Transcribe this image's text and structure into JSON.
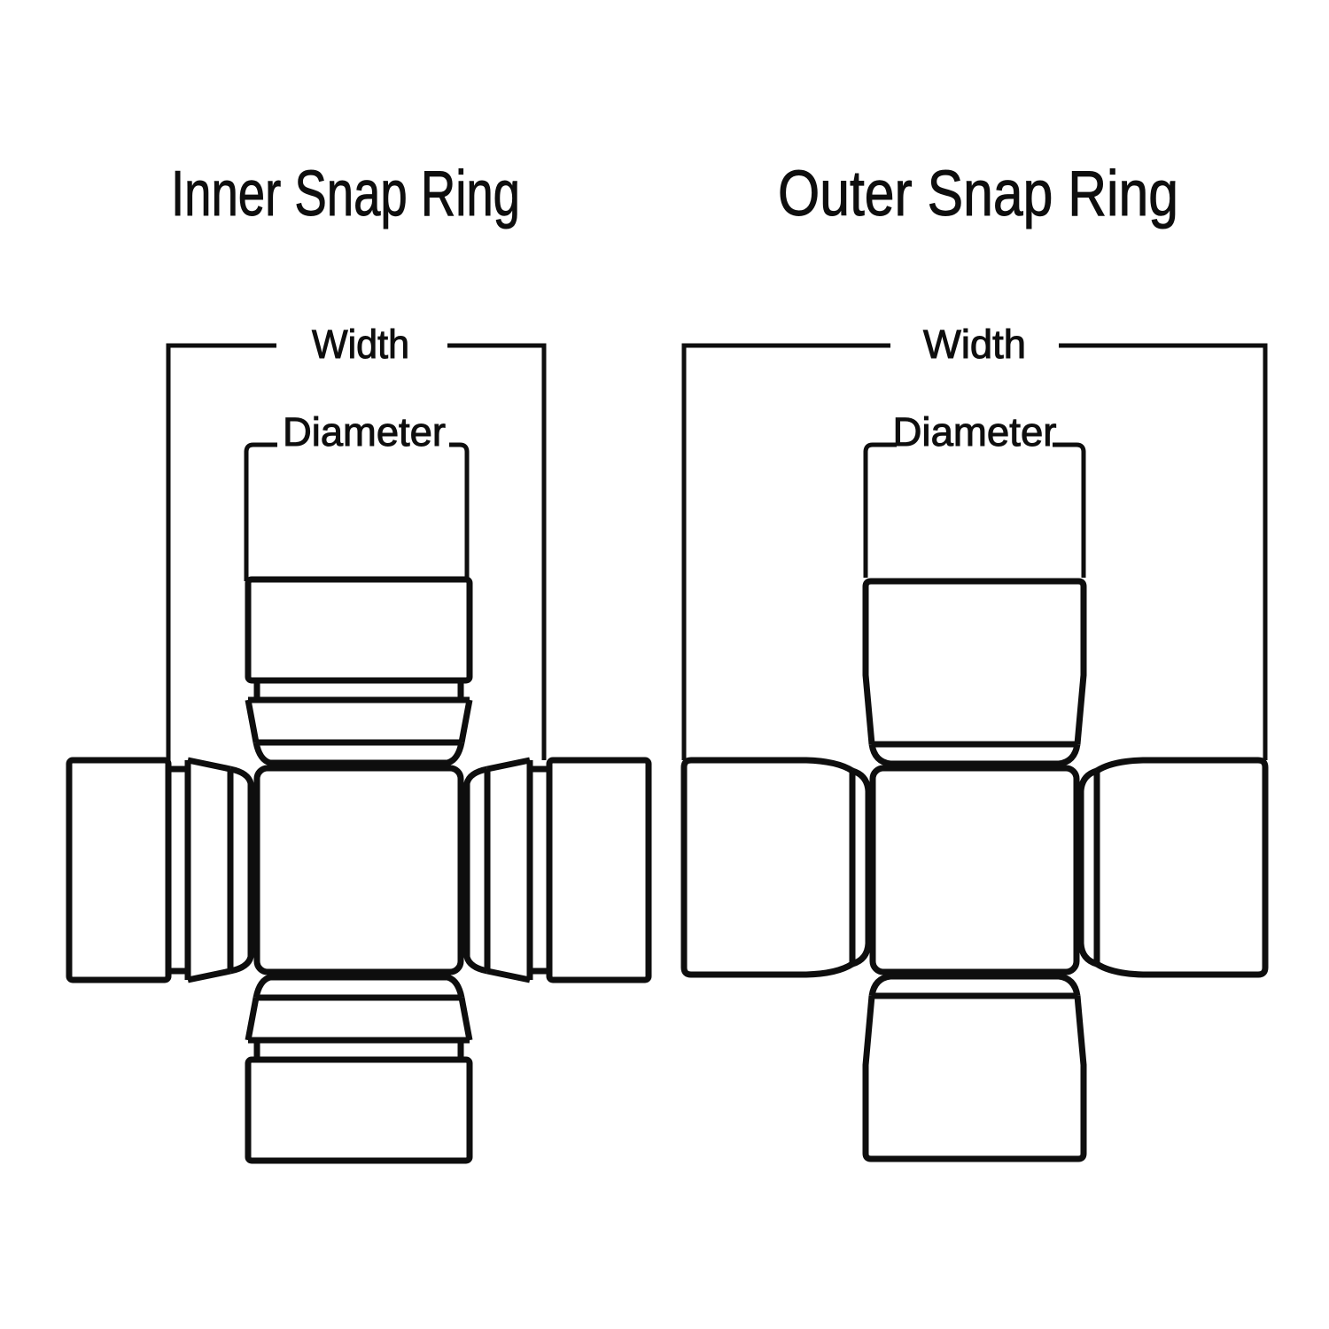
{
  "colors": {
    "line": "#0e0e0e",
    "background": "#ffffff"
  },
  "inner_diagram": {
    "title": "Inner Snap Ring",
    "width_label": "Width",
    "diameter_label": "Diameter"
  },
  "outer_diagram": {
    "title": "Outer Snap Ring",
    "width_label": "Width",
    "diameter_label": "Diameter"
  }
}
